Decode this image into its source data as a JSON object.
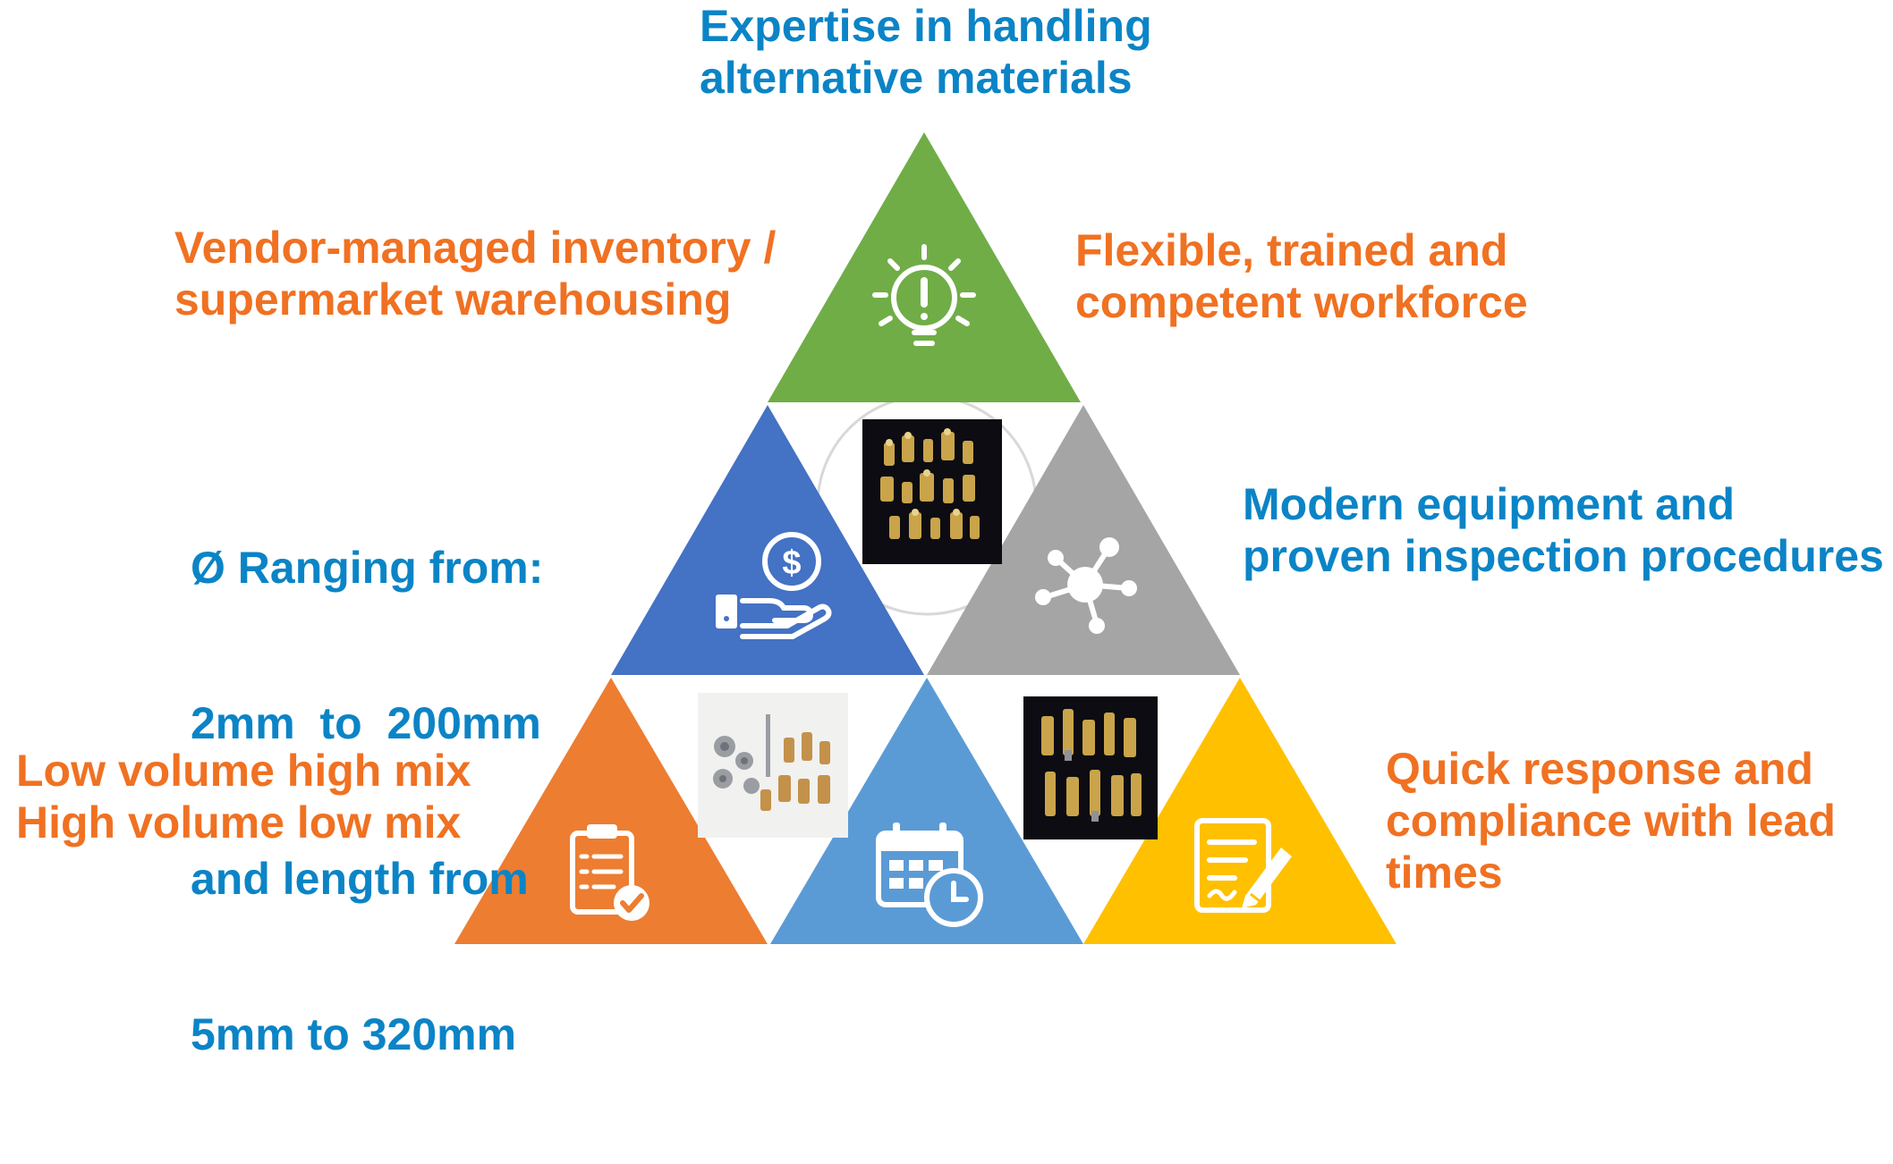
{
  "labels": {
    "top": [
      "Expertise in handling",
      "alternative materials"
    ],
    "upper_left": [
      "Vendor-managed inventory /",
      "supermarket warehousing"
    ],
    "upper_right": [
      "Flexible, trained and",
      "competent workforce"
    ],
    "middle_left": [
      "Ø Ranging from:",
      "2mm  to  200mm",
      "and length from",
      "5mm to 320mm"
    ],
    "middle_right": [
      "Modern equipment and",
      "proven inspection procedures"
    ],
    "lower_left": [
      "Low volume high mix",
      "High volume low mix"
    ],
    "lower_right": [
      "Quick response and",
      "compliance with lead",
      "times"
    ]
  },
  "triangles": [
    {
      "name": "green",
      "color": "#70ad47",
      "icon": "lightbulb-exclamation-icon"
    },
    {
      "name": "navy",
      "color": "#4472c4",
      "icon": "hand-dollar-icon"
    },
    {
      "name": "gray",
      "color": "#a5a5a5",
      "icon": "network-hub-icon"
    },
    {
      "name": "orange",
      "color": "#ed7d31",
      "icon": "clipboard-check-icon"
    },
    {
      "name": "light-blue",
      "color": "#5b9bd5",
      "icon": "calendar-clock-icon"
    },
    {
      "name": "yellow",
      "color": "#ffc000",
      "icon": "document-pen-icon"
    }
  ],
  "photos": [
    {
      "name": "brass-fittings-dark-photo",
      "background": "#0c0c12"
    },
    {
      "name": "assorted-parts-light-photo",
      "background": "#f1f1ef"
    },
    {
      "name": "brass-connectors-dark-photo",
      "background": "#0c0c12"
    }
  ],
  "text_colors": {
    "blue": "#0b84c6",
    "orange": "#f07122"
  }
}
